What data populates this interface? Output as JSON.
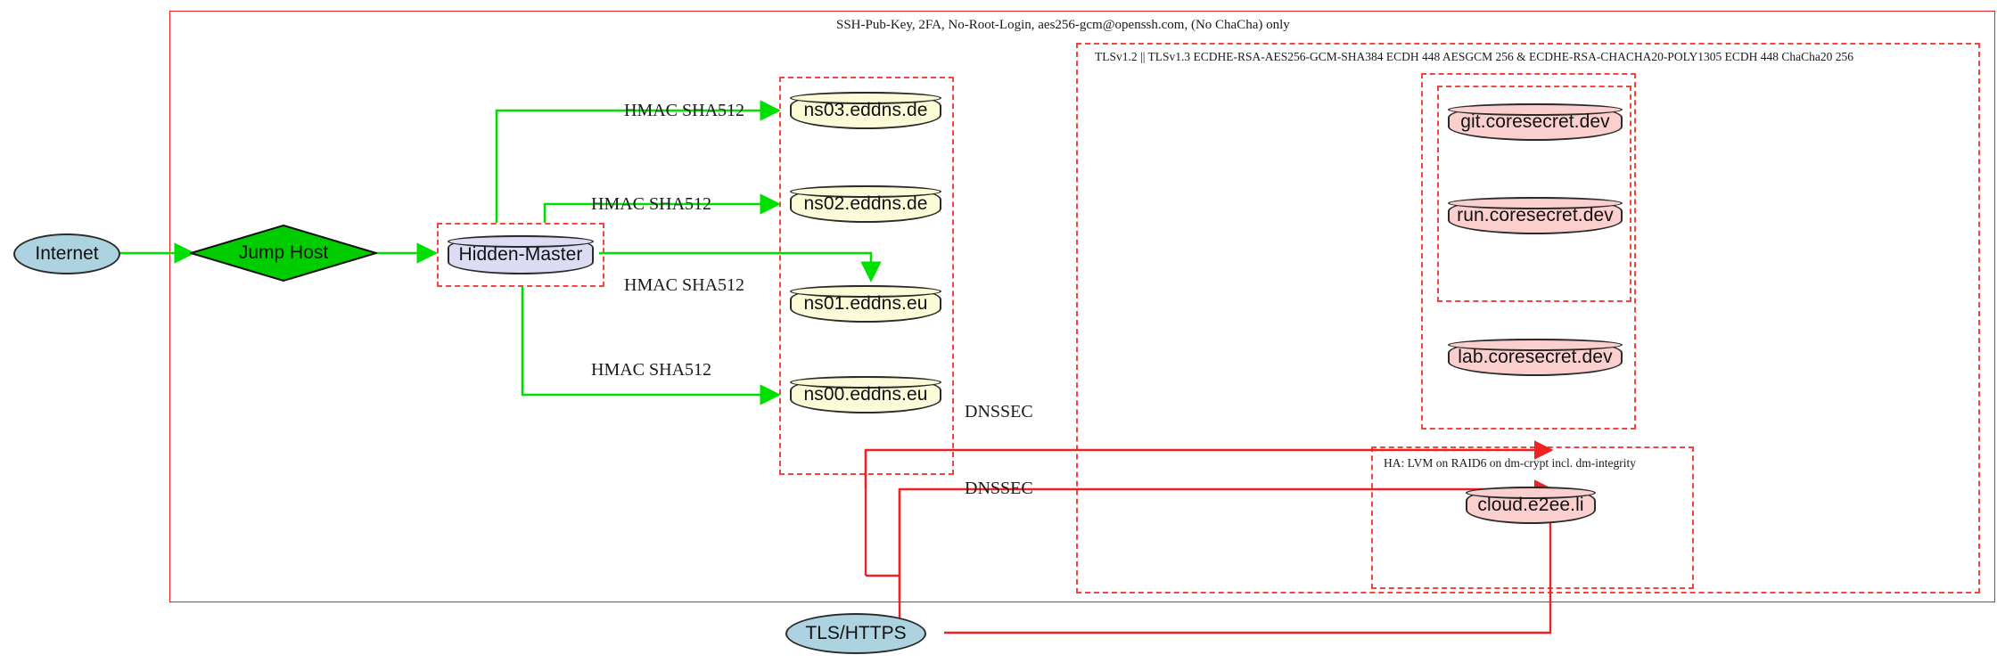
{
  "diagram": {
    "title": "Hidden-Master DNS and service infrastructure",
    "colors": {
      "boundary_red": "#ee2222",
      "cluster_dashed_red": "#f2453d",
      "edge_green": "#00e000",
      "edge_red": "#ee2222",
      "db_yellow": "#fbfbd7",
      "db_pink": "#fccfcf",
      "db_lavender": "#dcdcf4",
      "ellipse_blue": "#aed3e0",
      "diamond_green": "#00cc00"
    }
  },
  "clusters": {
    "outer_ssh": {
      "label": "SSH-Pub-Key, 2FA, No-Root-Login, aes256-gcm@openssh.com, (No ChaCha) only",
      "style": "solid"
    },
    "tls": {
      "label": "TLSv1.2 || TLSv1.3 ECDHE-RSA-AES256-GCM-SHA384 ECDH 448 AESGCM 256 & ECDHE-RSA-CHACHA20-POLY1305 ECDH 448 ChaCha20 256",
      "style": "dashed"
    },
    "ha": {
      "label": "HA: LVM on RAID6 on dm-crypt incl. dm-integrity",
      "style": "dashed"
    },
    "hidden_master": {
      "label": "",
      "style": "dashed"
    },
    "dns_servers": {
      "label": "",
      "style": "dashed"
    },
    "coresecret": {
      "label": "",
      "style": "dashed"
    },
    "coresecret_inner": {
      "label": "",
      "style": "dashed"
    }
  },
  "nodes": {
    "internet": {
      "label": "Internet",
      "shape": "ellipse",
      "fill": "#aed3e0"
    },
    "jump_host": {
      "label": "Jump Host",
      "shape": "diamond",
      "fill": "#00cc00"
    },
    "hidden_master": {
      "label": "Hidden-Master",
      "shape": "cylinder",
      "fill": "#dcdcf4"
    },
    "ns03": {
      "label": "ns03.eddns.de",
      "shape": "cylinder",
      "fill": "#fbfbd7"
    },
    "ns02": {
      "label": "ns02.eddns.de",
      "shape": "cylinder",
      "fill": "#fbfbd7"
    },
    "ns01": {
      "label": "ns01.eddns.eu",
      "shape": "cylinder",
      "fill": "#fbfbd7"
    },
    "ns00": {
      "label": "ns00.eddns.eu",
      "shape": "cylinder",
      "fill": "#fbfbd7"
    },
    "git": {
      "label": "git.coresecret.dev",
      "shape": "cylinder",
      "fill": "#fccfcf"
    },
    "run": {
      "label": "run.coresecret.dev",
      "shape": "cylinder",
      "fill": "#fccfcf"
    },
    "lab": {
      "label": "lab.coresecret.dev",
      "shape": "cylinder",
      "fill": "#fccfcf"
    },
    "cloud": {
      "label": "cloud.e2ee.li",
      "shape": "cylinder",
      "fill": "#fccfcf"
    },
    "tls_https": {
      "label": "TLS/HTTPS",
      "shape": "ellipse",
      "fill": "#aed3e0"
    }
  },
  "edge_labels": {
    "hmac_ns03": "HMAC SHA512",
    "hmac_ns02": "HMAC SHA512",
    "hmac_ns01": "HMAC SHA512",
    "hmac_ns00": "HMAC SHA512",
    "dnssec_upper": "DNSSEC",
    "dnssec_lower": "DNSSEC"
  }
}
